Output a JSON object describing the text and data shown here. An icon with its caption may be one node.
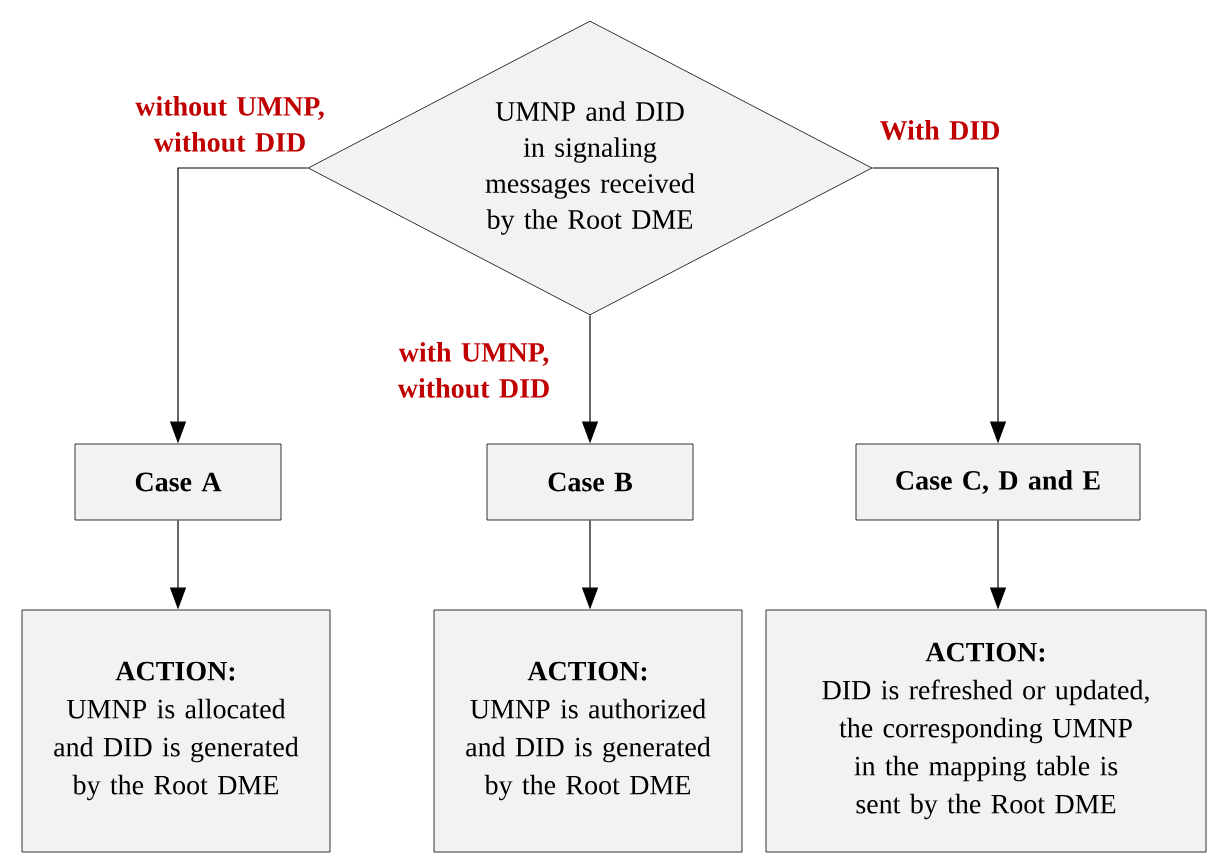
{
  "diagram": {
    "nodes": [
      {
        "text": [
          "UMNP and DID in signaling messages received by the Root DME"
        ]
      },
      {
        "text": [
          "Case A"
        ]
      },
      {
        "text": [
          "Case B"
        ]
      },
      {
        "text": [
          "Case C, D and E"
        ]
      },
      {
        "text": [
          "ACTION:",
          "UMNP is allocated and DID is generated by the Root DME"
        ]
      },
      {
        "text": [
          "ACTION:",
          "UMNP is authorized and DID is generated by the Root DME"
        ]
      },
      {
        "text": [
          "ACTION:",
          "DID is refreshed or updated, the corresponding UMNP in the mapping table is sent by the Root DME"
        ]
      }
    ],
    "edges": [
      {
        "from": 0,
        "to": 1,
        "arrow": "to",
        "label": "without UMNP, without DID"
      },
      {
        "from": 0,
        "to": 2,
        "arrow": "to",
        "label": "with UMNP, without DID"
      },
      {
        "from": 0,
        "to": 3,
        "arrow": "to",
        "label": "With DID"
      },
      {
        "from": 1,
        "to": 4,
        "arrow": "to"
      },
      {
        "from": 2,
        "to": 5,
        "arrow": "to"
      },
      {
        "from": 3,
        "to": 6,
        "arrow": "to"
      }
    ]
  }
}
